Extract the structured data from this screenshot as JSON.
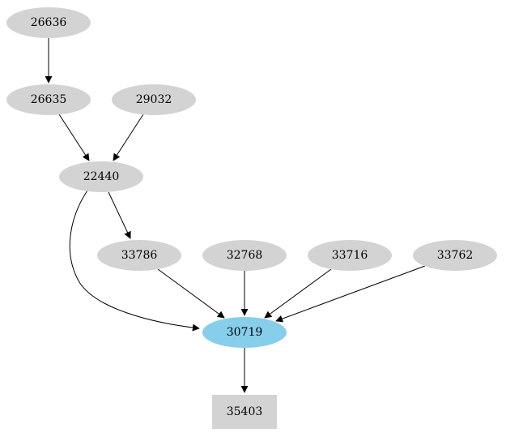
{
  "diagram": {
    "type": "directed-graph",
    "background": "#ffffff"
  },
  "colors": {
    "node_default": "#d3d3d3",
    "node_highlight": "#87ceeb",
    "edge": "#000000",
    "text": "#000000"
  },
  "nodes": [
    {
      "id": "26636",
      "label": "26636",
      "shape": "ellipse",
      "fill": "node_default"
    },
    {
      "id": "26635",
      "label": "26635",
      "shape": "ellipse",
      "fill": "node_default"
    },
    {
      "id": "29032",
      "label": "29032",
      "shape": "ellipse",
      "fill": "node_default"
    },
    {
      "id": "22440",
      "label": "22440",
      "shape": "ellipse",
      "fill": "node_default"
    },
    {
      "id": "33786",
      "label": "33786",
      "shape": "ellipse",
      "fill": "node_default"
    },
    {
      "id": "32768",
      "label": "32768",
      "shape": "ellipse",
      "fill": "node_default"
    },
    {
      "id": "33716",
      "label": "33716",
      "shape": "ellipse",
      "fill": "node_default"
    },
    {
      "id": "33762",
      "label": "33762",
      "shape": "ellipse",
      "fill": "node_default"
    },
    {
      "id": "30719",
      "label": "30719",
      "shape": "ellipse",
      "fill": "node_highlight"
    },
    {
      "id": "35403",
      "label": "35403",
      "shape": "box",
      "fill": "node_default"
    }
  ],
  "edges": [
    {
      "from": "26636",
      "to": "26635"
    },
    {
      "from": "26635",
      "to": "22440"
    },
    {
      "from": "29032",
      "to": "22440"
    },
    {
      "from": "22440",
      "to": "33786"
    },
    {
      "from": "22440",
      "to": "30719"
    },
    {
      "from": "33786",
      "to": "30719"
    },
    {
      "from": "32768",
      "to": "30719"
    },
    {
      "from": "33716",
      "to": "30719"
    },
    {
      "from": "33762",
      "to": "30719"
    },
    {
      "from": "30719",
      "to": "35403"
    }
  ]
}
